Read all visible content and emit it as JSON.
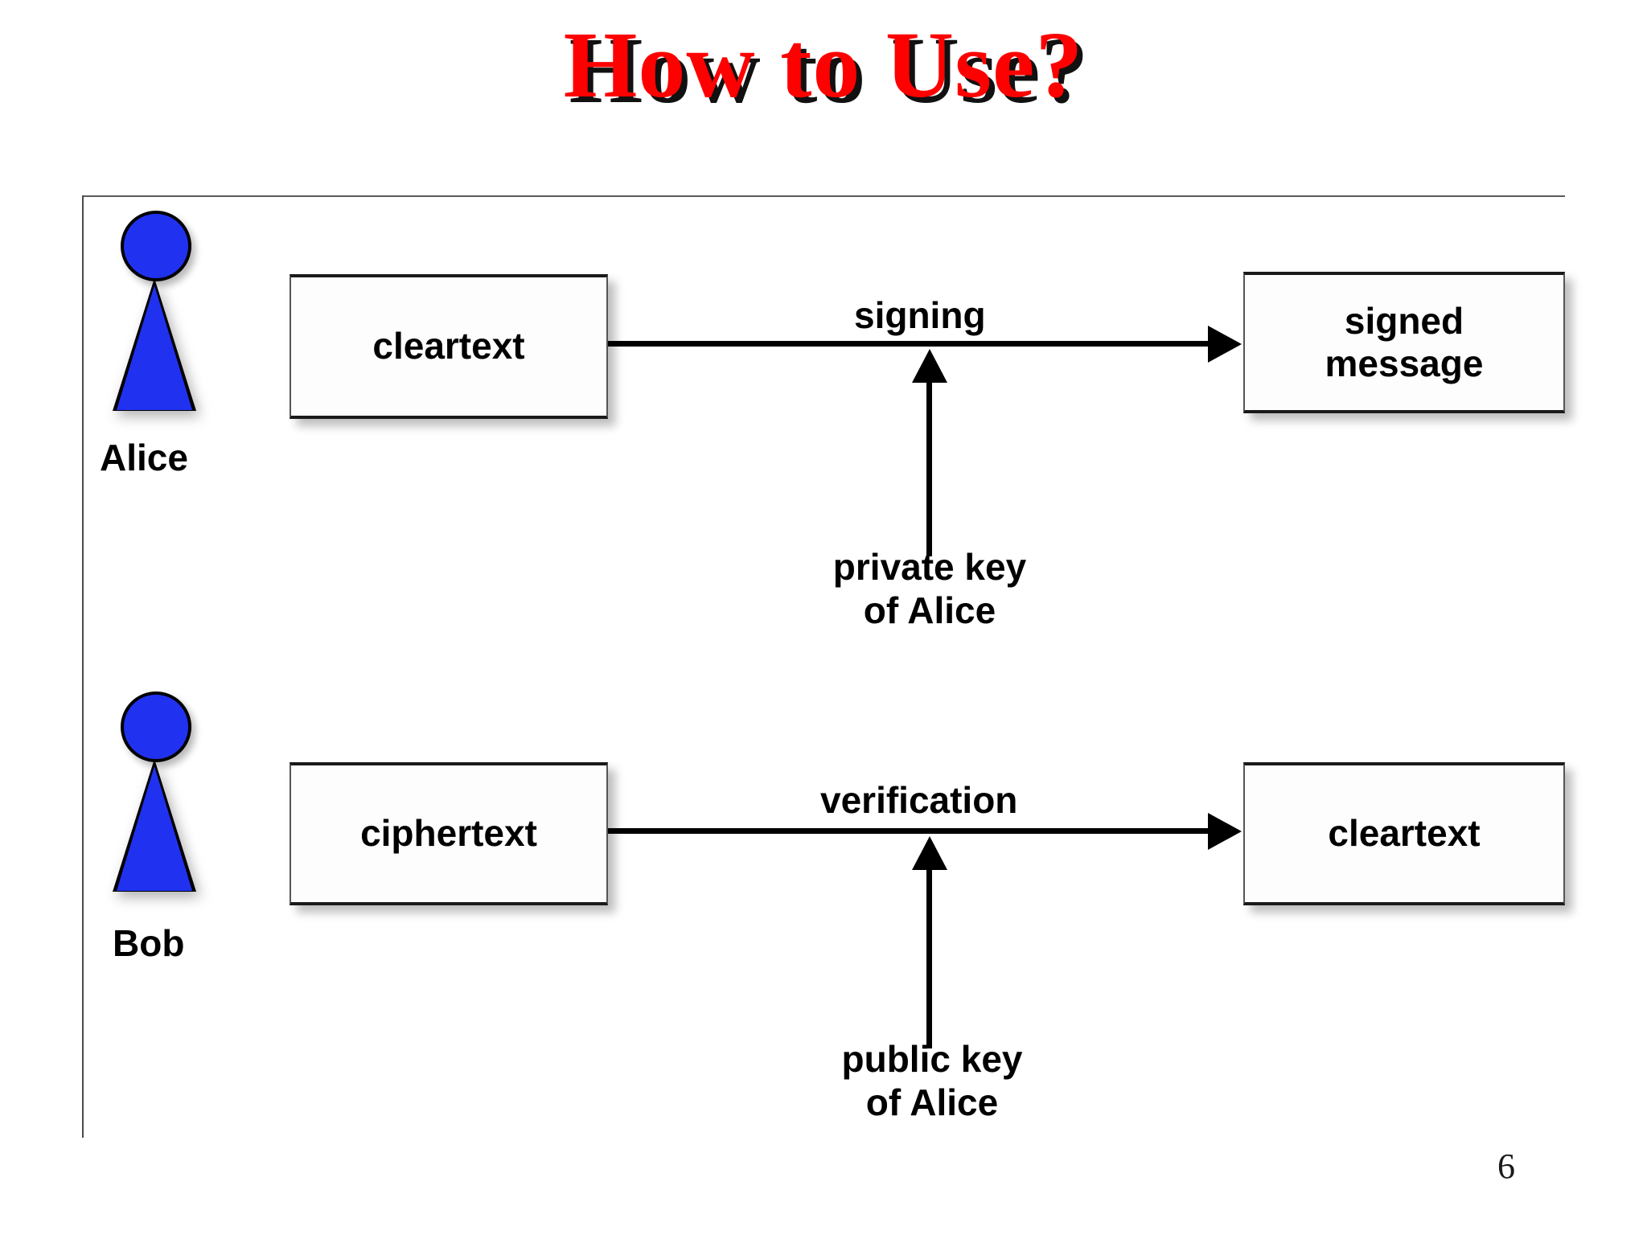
{
  "slide": {
    "title": "How to Use?",
    "page_number": "6",
    "title_color": "#ff0000",
    "title_shadow_color": "#111111",
    "person_color": "#2032f0",
    "background": "#ffffff"
  },
  "actors": [
    {
      "id": "alice",
      "label": "Alice",
      "icon": "person-icon"
    },
    {
      "id": "bob",
      "label": "Bob",
      "icon": "person-icon"
    }
  ],
  "flows": [
    {
      "id": "signing",
      "source_box": "cleartext",
      "edge_label": "signing",
      "key_label_line1": "private key",
      "key_label_line2": "of Alice",
      "target_box_line1": "signed",
      "target_box_line2": "message"
    },
    {
      "id": "verification",
      "source_box": "ciphertext",
      "edge_label": "verification",
      "key_label_line1": "public key",
      "key_label_line2": "of Alice",
      "target_box_line1": "cleartext",
      "target_box_line2": ""
    }
  ]
}
